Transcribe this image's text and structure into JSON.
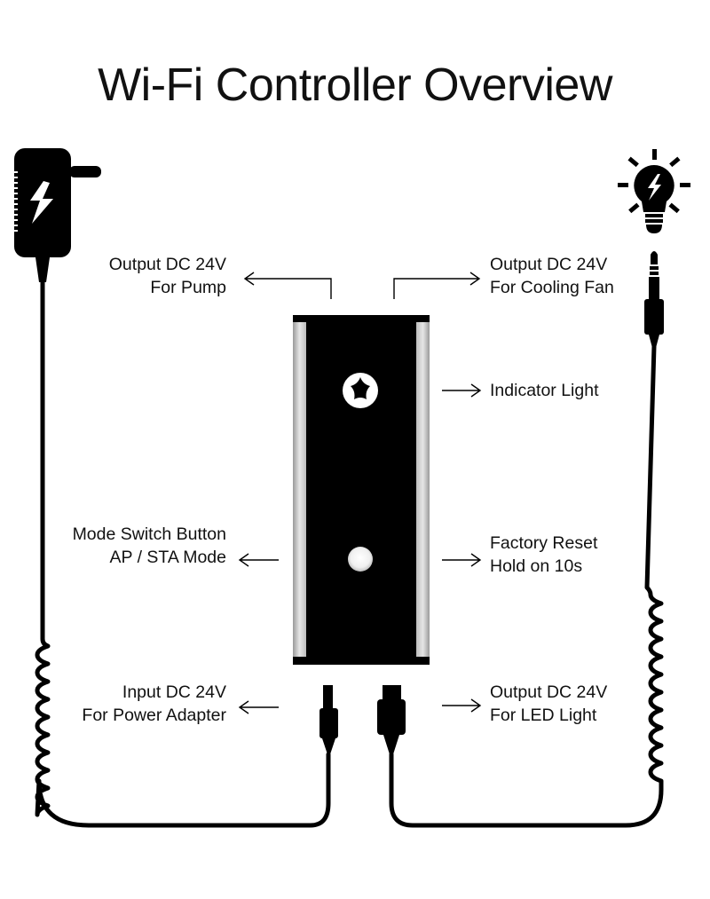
{
  "title": "Wi-Fi Controller Overview",
  "colors": {
    "ink": "#000000",
    "background": "#ffffff",
    "housing_side": "#c8c8c8"
  },
  "icons": {
    "power_adapter": "power-adapter-icon",
    "light_bulb": "light-bulb-icon",
    "audio_jack": "audio-jack-icon",
    "indicator": "star-indicator-icon",
    "button": "round-button-icon"
  },
  "labels": {
    "pump": {
      "line1": "Output DC 24V",
      "line2": "For Pump"
    },
    "cooling_fan": {
      "line1": "Output DC 24V",
      "line2": "For Cooling Fan"
    },
    "indicator_light": {
      "line1": "Indicator Light"
    },
    "mode_switch": {
      "line1": "Mode Switch Button",
      "line2": "AP / STA Mode"
    },
    "factory_reset": {
      "line1": "Factory Reset",
      "line2": "Hold on 10s"
    },
    "power_input": {
      "line1": "Input DC 24V",
      "line2": "For Power Adapter"
    },
    "led_output": {
      "line1": "Output DC 24V",
      "line2": "For LED Light"
    }
  }
}
